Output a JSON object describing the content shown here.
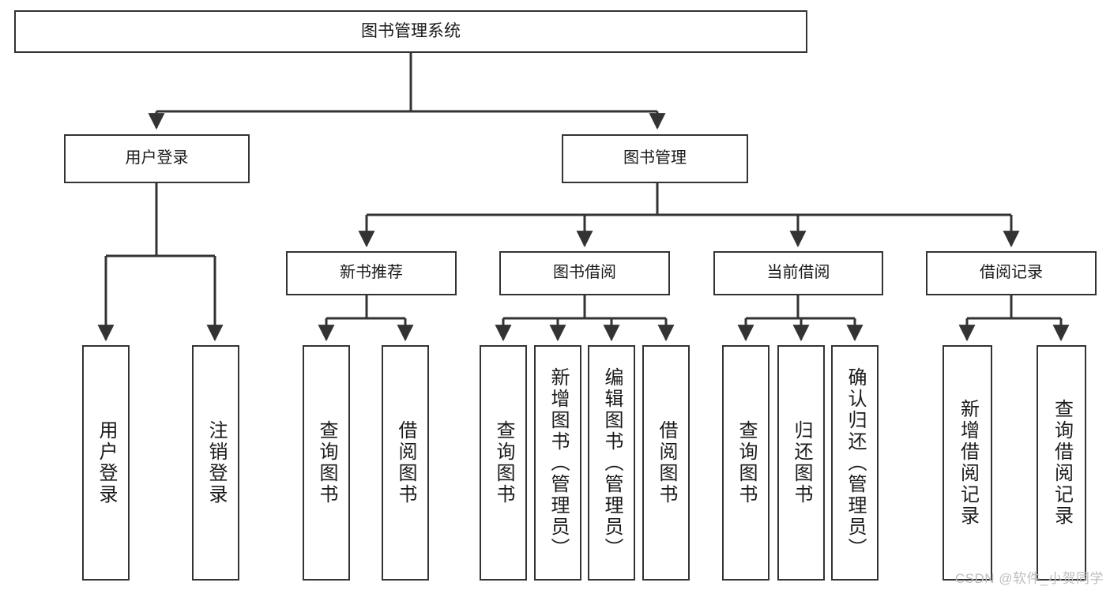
{
  "diagram": {
    "title": "图书管理系统",
    "type": "hierarchy-tree",
    "root": {
      "label": "图书管理系统"
    },
    "level2": [
      {
        "label": "用户登录"
      },
      {
        "label": "图书管理"
      }
    ],
    "level3": [
      {
        "label": "新书推荐"
      },
      {
        "label": "图书借阅"
      },
      {
        "label": "当前借阅"
      },
      {
        "label": "借阅记录"
      }
    ],
    "leaves": {
      "user_login": [
        {
          "label": "用户登录"
        },
        {
          "label": "注销登录"
        }
      ],
      "new_book": [
        {
          "label": "查询图书"
        },
        {
          "label": "借阅图书"
        }
      ],
      "book_borrow": [
        {
          "label": "查询图书"
        },
        {
          "label": "新增图书（管理员）"
        },
        {
          "label": "编辑图书（管理员）"
        },
        {
          "label": "借阅图书"
        }
      ],
      "current_borrow": [
        {
          "label": "查询图书"
        },
        {
          "label": "归还图书"
        },
        {
          "label": "确认归还（管理员）"
        }
      ],
      "borrow_record": [
        {
          "label": "新增借阅记录"
        },
        {
          "label": "查询借阅记录"
        }
      ]
    },
    "watermark": "CSDN @软件_小贺同学",
    "colors": {
      "stroke": "#333333",
      "fill": "#ffffff",
      "text": "#1a1a1a",
      "watermark": "#bdbdbd"
    }
  }
}
